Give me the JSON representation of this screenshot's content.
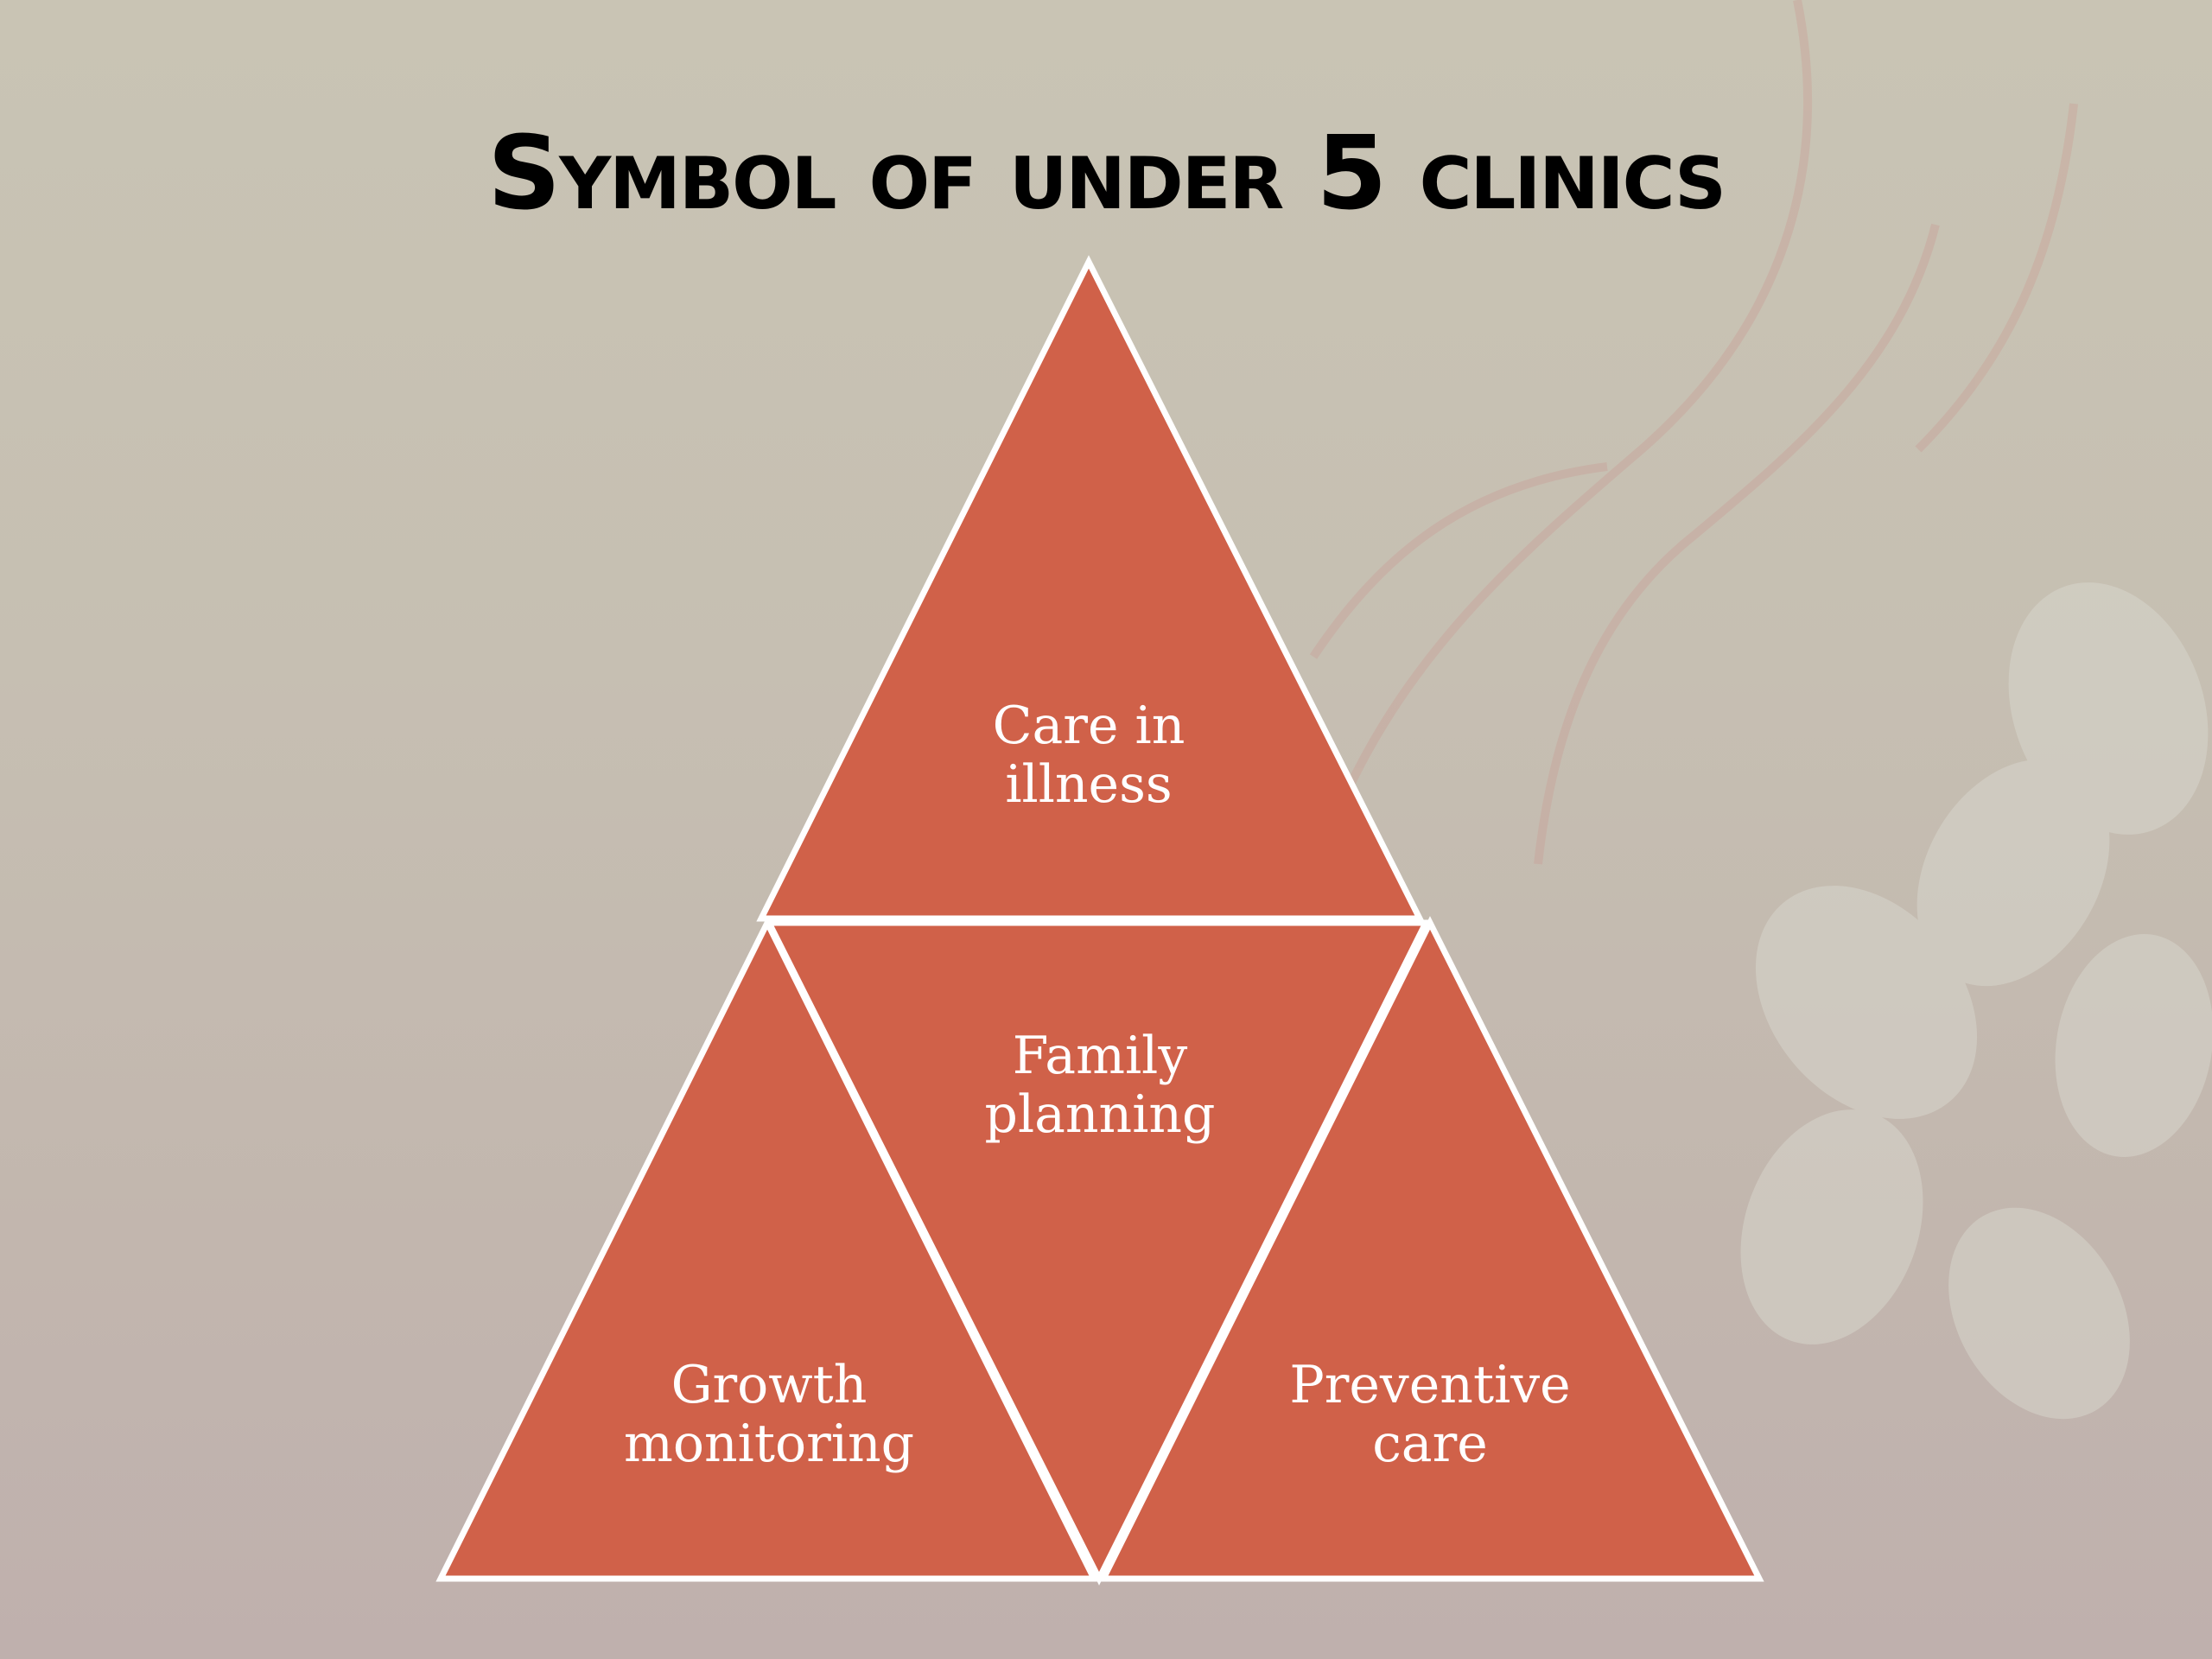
{
  "slide": {
    "title": "Symbol of under 5 clinics"
  },
  "diagram": {
    "type": "triangle-quadrants",
    "fill_color": "#d06149",
    "border_color": "#ffffff",
    "segments": [
      {
        "id": "top",
        "label": "Care in\nillness"
      },
      {
        "id": "center",
        "label": "Family\nplanning"
      },
      {
        "id": "bottom-left",
        "label": "Growth\nmonitoring"
      },
      {
        "id": "bottom-right",
        "label": "Preventive\ncare"
      }
    ]
  }
}
